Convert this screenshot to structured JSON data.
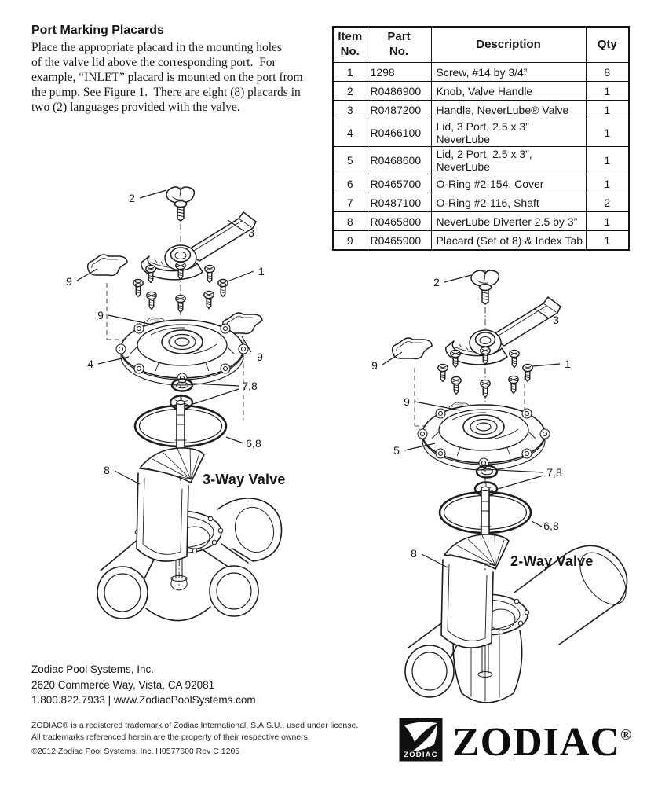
{
  "intro": {
    "title": "Port Marking Placards",
    "lines": [
      "Place the appropriate placard in the mounting holes",
      "of the valve lid above the corresponding port.  For",
      "example, “INLET” placard is mounted on the port from",
      "the pump. See Figure 1.  There are eight (8) placards in",
      "two (2) languages provided with the valve."
    ]
  },
  "table": {
    "headers": [
      "Item\nNo.",
      "Part\nNo.",
      "Description",
      "Qty"
    ],
    "rows": [
      {
        "item": "1",
        "part": "1298",
        "desc": "Screw, #14 by 3/4”",
        "qty": "8"
      },
      {
        "item": "2",
        "part": "R0486900",
        "desc": "Knob, Valve Handle",
        "qty": "1"
      },
      {
        "item": "3",
        "part": "R0487200",
        "desc": "Handle, NeverLube® Valve",
        "qty": "1"
      },
      {
        "item": "4",
        "part": "R0466100",
        "desc": "Lid, 3 Port, 2.5 x 3”\nNeverLube",
        "qty": "1"
      },
      {
        "item": "5",
        "part": "R0468600",
        "desc": "Lid, 2 Port, 2.5 x 3”,\nNeverLube",
        "qty": "1"
      },
      {
        "item": "6",
        "part": "R0465700",
        "desc": "O-Ring #2-154, Cover",
        "qty": "1"
      },
      {
        "item": "7",
        "part": "R0487100",
        "desc": "O-Ring #2-116, Shaft",
        "qty": "2"
      },
      {
        "item": "8",
        "part": "R0465800",
        "desc": "NeverLube Diverter 2.5 by 3”",
        "qty": "1"
      },
      {
        "item": "9",
        "part": "R0465900",
        "desc": "Placard (Set of 8) & Index Tab",
        "qty": "1"
      }
    ]
  },
  "diagram_left": {
    "title": "3-Way Valve",
    "callouts": {
      "c2": "2",
      "c3": "3",
      "c9a": "9",
      "c1": "1",
      "c9b": "9",
      "c9c": "9",
      "c4": "4",
      "c78": "7,8",
      "c68": "6,8",
      "c8": "8"
    }
  },
  "diagram_right": {
    "title": "2-Way Valve",
    "callouts": {
      "c2": "2",
      "c3": "3",
      "c9a": "9",
      "c1": "1",
      "c9b": "9",
      "c5": "5",
      "c78": "7,8",
      "c68": "6,8",
      "c8": "8"
    }
  },
  "footer": {
    "company": [
      "Zodiac Pool Systems, Inc.",
      "2620 Commerce Way, Vista, CA 92081",
      "1.800.822.7933  |  www.ZodiacPoolSystems.com"
    ],
    "legal": [
      "ZODIAC® is a registered trademark of Zodiac International, S.A.S.U., used under license.",
      "All trademarks referenced herein are the property of their respective owners."
    ],
    "copyright": "©2012 Zodiac Pool Systems, Inc. H0577600 Rev C 1205"
  },
  "logo": {
    "icon_caption": "ZODIAC",
    "wordmark": "ZODIAC",
    "registered": "®"
  }
}
